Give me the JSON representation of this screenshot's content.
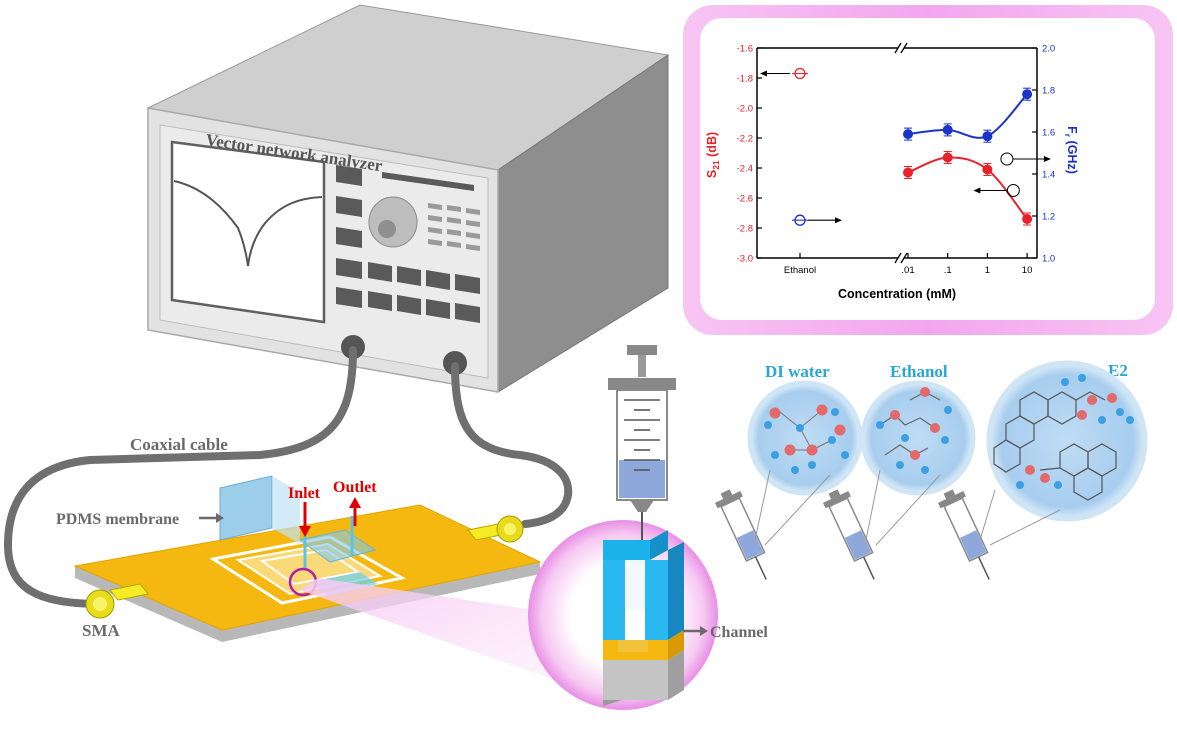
{
  "labels": {
    "instrument": "Vector network analyzer",
    "coaxial_cable": "Coaxial cable",
    "pdms_membrane": "PDMS membrane",
    "inlet": "Inlet",
    "outlet": "Outlet",
    "sma": "SMA",
    "channel": "Channel",
    "di_water": "DI water",
    "ethanol": "Ethanol",
    "e2": "E2"
  },
  "colors": {
    "s21_series": "#e8222a",
    "fr_series": "#1b33c8",
    "label_blue": "#29a6d8",
    "label_red": "#e00000",
    "substrate": "#f5b811",
    "fluid": "#2aa8e0",
    "chart_frame": "#f2a6ee"
  },
  "chart_data": {
    "type": "line",
    "xlabel": "Concentration (mM)",
    "x_categories": [
      "Ethanol",
      ".01",
      ".1",
      "1",
      "10"
    ],
    "x_scale": "log with axis break after Ethanol",
    "left_axis": {
      "label_main": "S",
      "label_sub": "21",
      "label_unit": " (dB)",
      "ylim": [
        -3.0,
        -1.6
      ],
      "ticks": [
        "-1.6",
        "-1.8",
        "-2.0",
        "-2.2",
        "-2.4",
        "-2.6",
        "-2.8",
        "-3.0"
      ]
    },
    "right_axis": {
      "label_main": "F",
      "label_sub": "r",
      "label_unit": " (GHz)",
      "ylim": [
        1.0,
        2.0
      ],
      "ticks": [
        "2.0",
        "1.8",
        "1.6",
        "1.4",
        "1.2",
        "1.0"
      ]
    },
    "series": [
      {
        "axis": "left",
        "reference": {
          "x": "Ethanol",
          "y": -1.77
        },
        "x": [
          0.01,
          0.1,
          1,
          10
        ],
        "y": [
          -2.43,
          -2.33,
          -2.41,
          -2.74
        ]
      },
      {
        "axis": "right",
        "reference": {
          "x": "Ethanol",
          "y": 1.18
        },
        "x": [
          0.01,
          0.1,
          1,
          10
        ],
        "y": [
          1.59,
          1.61,
          1.58,
          1.78
        ]
      }
    ],
    "grid": false,
    "legend": "none"
  }
}
